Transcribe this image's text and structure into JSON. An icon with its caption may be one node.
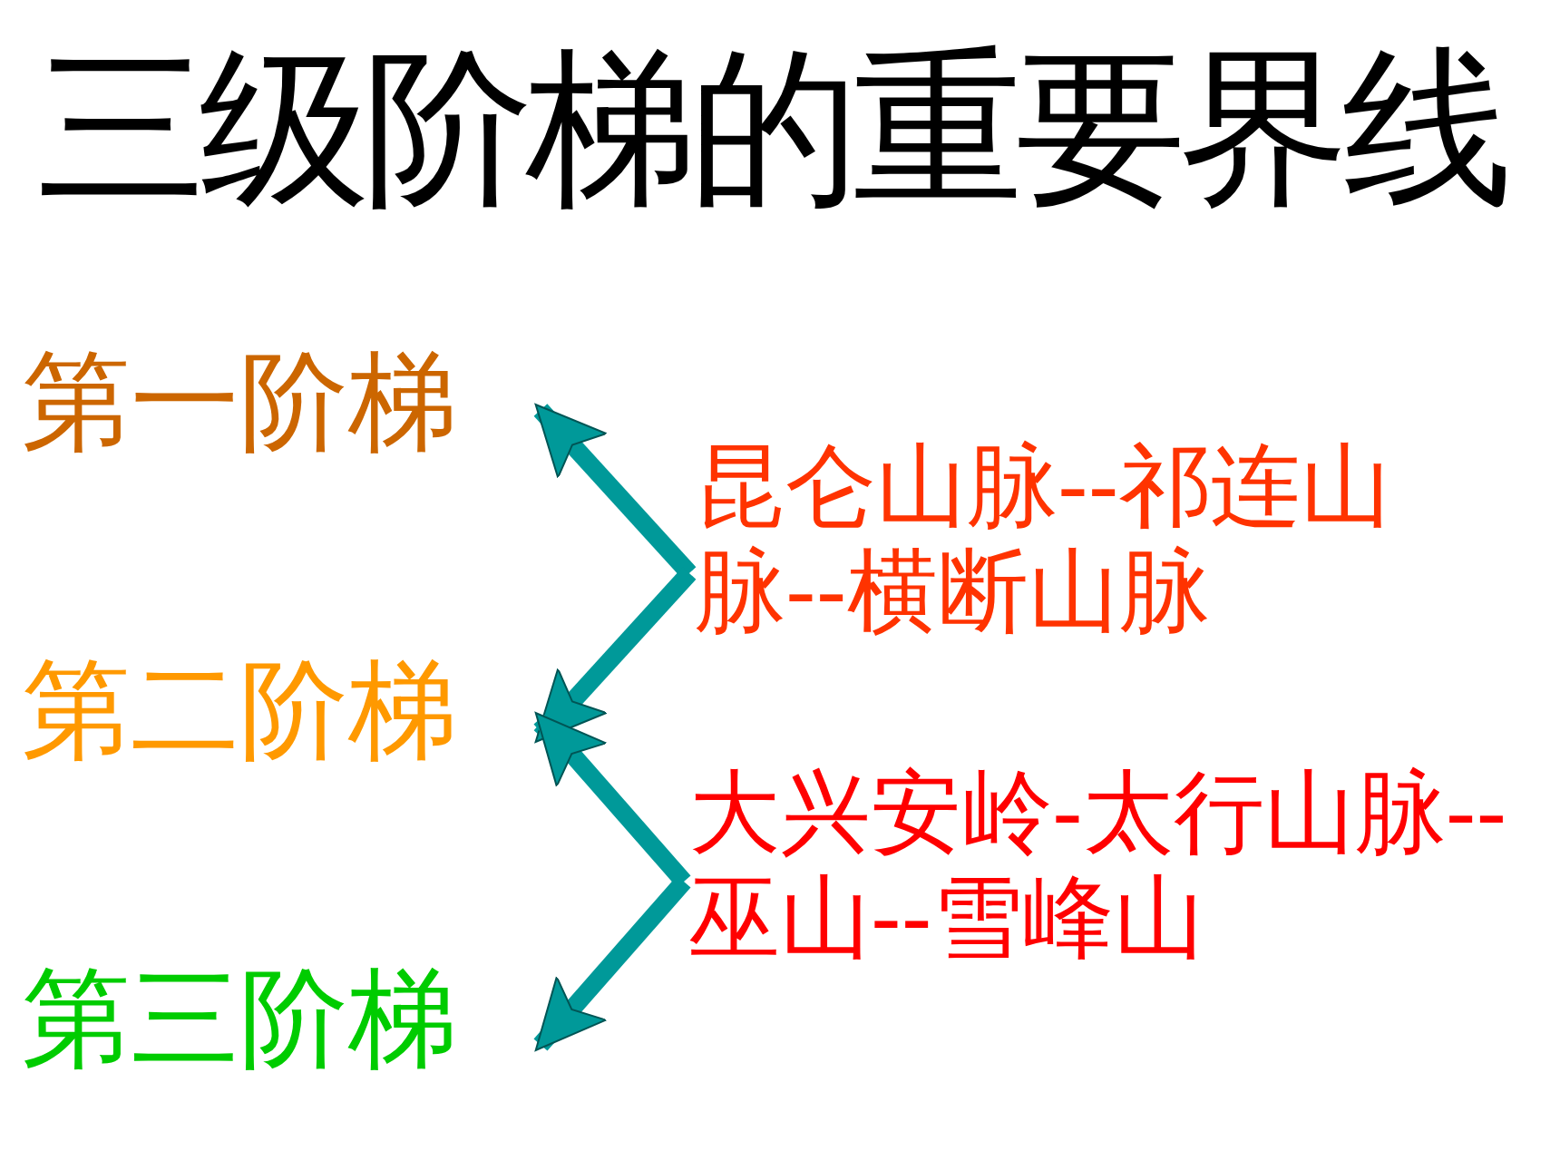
{
  "diagram": {
    "title": "三级阶梯的重要界线",
    "nodes": [
      {
        "text": [
          "第一阶梯"
        ]
      },
      {
        "text": [
          "第二阶梯"
        ]
      },
      {
        "text": [
          "第三阶梯"
        ]
      },
      {
        "text": [
          "昆仑山脉--祁连山脉--横断山脉"
        ]
      },
      {
        "text": [
          "大兴安岭-太行山脉--巫山--雪峰山"
        ]
      }
    ],
    "edges": [
      {
        "from": 3,
        "to": 0,
        "arrow": "to"
      },
      {
        "from": 3,
        "to": 1,
        "arrow": "to"
      },
      {
        "from": 4,
        "to": 1,
        "arrow": "to"
      },
      {
        "from": 4,
        "to": 2,
        "arrow": "to"
      }
    ]
  }
}
